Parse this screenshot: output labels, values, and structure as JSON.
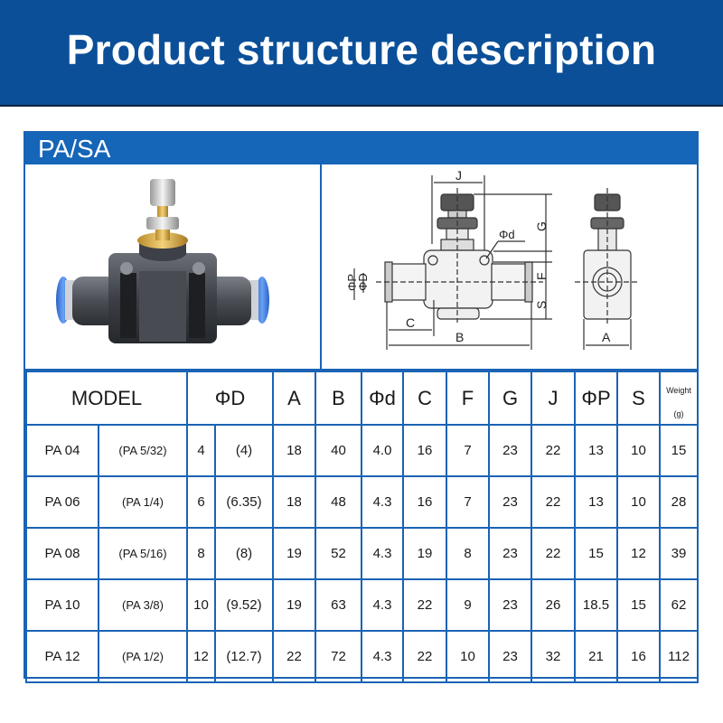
{
  "banner": {
    "title": "Product structure description"
  },
  "panel": {
    "label": "PA/SA"
  },
  "product_image": {
    "alt": "Pneumatic speed control valve with blue push-in fittings and knurled brass adjustment knob"
  },
  "diagram": {
    "labels": {
      "J": "J",
      "G": "G",
      "phi_d": "Φd",
      "F": "F",
      "S": "S",
      "phi_P": "ΦP",
      "phi_D": "ΦD",
      "C": "C",
      "B": "B",
      "A": "A"
    }
  },
  "table": {
    "headers": {
      "model": "MODEL",
      "phi_D": "ΦD",
      "A": "A",
      "B": "B",
      "phi_d": "Φd",
      "C": "C",
      "F": "F",
      "G": "G",
      "J": "J",
      "phi_P": "ΦP",
      "S": "S",
      "weight": "Weight",
      "weight_unit": "(g)"
    },
    "rows": [
      {
        "model": "PA 04",
        "inch_model": "(PA  5/32)",
        "D": "4",
        "D_inch": "(4)",
        "A": "18",
        "B": "40",
        "d": "4.0",
        "C": "16",
        "F": "7",
        "G": "23",
        "J": "22",
        "P": "13",
        "S": "10",
        "weight": "15"
      },
      {
        "model": "PA 06",
        "inch_model": "(PA  1/4)",
        "D": "6",
        "D_inch": "(6.35)",
        "A": "18",
        "B": "48",
        "d": "4.3",
        "C": "16",
        "F": "7",
        "G": "23",
        "J": "22",
        "P": "13",
        "S": "10",
        "weight": "28"
      },
      {
        "model": "PA 08",
        "inch_model": "(PA  5/16)",
        "D": "8",
        "D_inch": "(8)",
        "A": "19",
        "B": "52",
        "d": "4.3",
        "C": "19",
        "F": "8",
        "G": "23",
        "J": "22",
        "P": "15",
        "S": "12",
        "weight": "39"
      },
      {
        "model": "PA 10",
        "inch_model": "(PA  3/8)",
        "D": "10",
        "D_inch": "(9.52)",
        "A": "19",
        "B": "63",
        "d": "4.3",
        "C": "22",
        "F": "9",
        "G": "23",
        "J": "26",
        "P": "18.5",
        "S": "15",
        "weight": "62"
      },
      {
        "model": "PA 12",
        "inch_model": "(PA  1/2)",
        "D": "12",
        "D_inch": "(12.7)",
        "A": "22",
        "B": "72",
        "d": "4.3",
        "C": "22",
        "F": "10",
        "G": "23",
        "J": "32",
        "P": "21",
        "S": "16",
        "weight": "112"
      }
    ]
  },
  "colors": {
    "banner": "#0b4f98",
    "panel_header": "#1565b8",
    "grid": "#1a63b5",
    "fitting_blue": "#3b7be0"
  }
}
